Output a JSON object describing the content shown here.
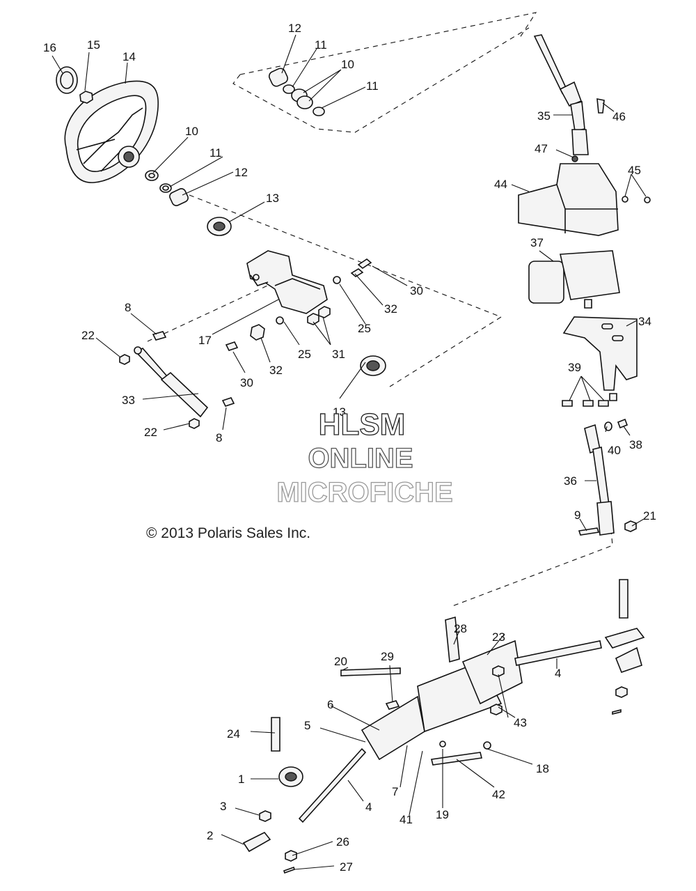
{
  "watermark": {
    "line1": "HLSM",
    "line2": "ONLINE",
    "line3": "MICROFICHE"
  },
  "copyright": "© 2013 Polaris Sales Inc.",
  "callouts": [
    {
      "id": "c16",
      "text": "16"
    },
    {
      "id": "c15",
      "text": "15"
    },
    {
      "id": "c14",
      "text": "14"
    },
    {
      "id": "c12a",
      "text": "12"
    },
    {
      "id": "c11a",
      "text": "11"
    },
    {
      "id": "c10a",
      "text": "10"
    },
    {
      "id": "c11b",
      "text": "11"
    },
    {
      "id": "c10b",
      "text": "10"
    },
    {
      "id": "c11c",
      "text": "11"
    },
    {
      "id": "c12b",
      "text": "12"
    },
    {
      "id": "c13a",
      "text": "13"
    },
    {
      "id": "c35",
      "text": "35"
    },
    {
      "id": "c46",
      "text": "46"
    },
    {
      "id": "c47",
      "text": "47"
    },
    {
      "id": "c45",
      "text": "45"
    },
    {
      "id": "c44",
      "text": "44"
    },
    {
      "id": "c37",
      "text": "37"
    },
    {
      "id": "c34",
      "text": "34"
    },
    {
      "id": "c30a",
      "text": "30"
    },
    {
      "id": "c32a",
      "text": "32"
    },
    {
      "id": "c25a",
      "text": "25"
    },
    {
      "id": "c8a",
      "text": "8"
    },
    {
      "id": "c17",
      "text": "17"
    },
    {
      "id": "c25b",
      "text": "25"
    },
    {
      "id": "c31",
      "text": "31"
    },
    {
      "id": "c22a",
      "text": "22"
    },
    {
      "id": "c30b",
      "text": "30"
    },
    {
      "id": "c32b",
      "text": "32"
    },
    {
      "id": "c13b",
      "text": "13"
    },
    {
      "id": "c33",
      "text": "33"
    },
    {
      "id": "c22b",
      "text": "22"
    },
    {
      "id": "c8b",
      "text": "8"
    },
    {
      "id": "c39",
      "text": "39"
    },
    {
      "id": "c40",
      "text": "40"
    },
    {
      "id": "c38",
      "text": "38"
    },
    {
      "id": "c36",
      "text": "36"
    },
    {
      "id": "c9",
      "text": "9"
    },
    {
      "id": "c21",
      "text": "21"
    },
    {
      "id": "c28",
      "text": "28"
    },
    {
      "id": "c23",
      "text": "23"
    },
    {
      "id": "c20",
      "text": "20"
    },
    {
      "id": "c29",
      "text": "29"
    },
    {
      "id": "c4a",
      "text": "4"
    },
    {
      "id": "c6",
      "text": "6"
    },
    {
      "id": "c43",
      "text": "43"
    },
    {
      "id": "c24",
      "text": "24"
    },
    {
      "id": "c5",
      "text": "5"
    },
    {
      "id": "c18",
      "text": "18"
    },
    {
      "id": "c1",
      "text": "1"
    },
    {
      "id": "c7",
      "text": "7"
    },
    {
      "id": "c42",
      "text": "42"
    },
    {
      "id": "c3",
      "text": "3"
    },
    {
      "id": "c4b",
      "text": "4"
    },
    {
      "id": "c41",
      "text": "41"
    },
    {
      "id": "c19",
      "text": "19"
    },
    {
      "id": "c2",
      "text": "2"
    },
    {
      "id": "c26",
      "text": "26"
    },
    {
      "id": "c27",
      "text": "27"
    }
  ]
}
